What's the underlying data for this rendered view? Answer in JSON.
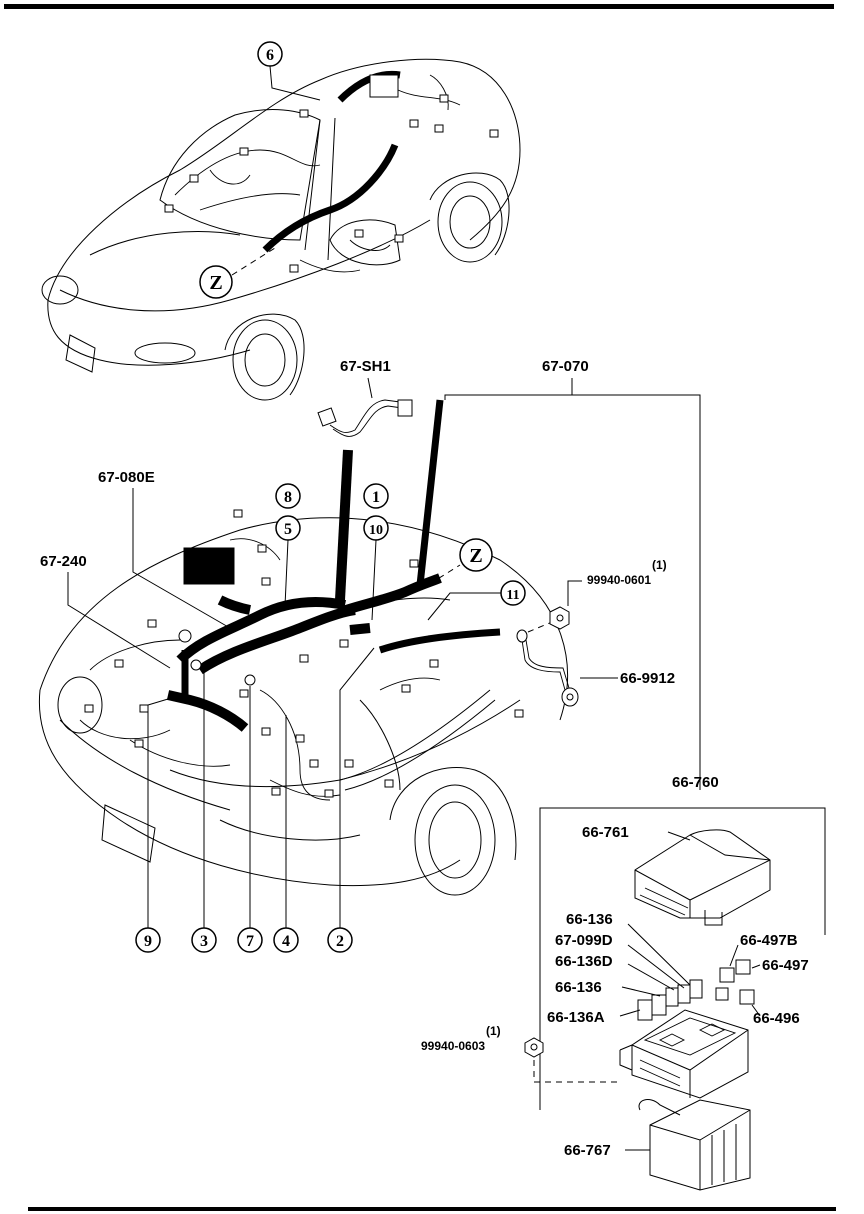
{
  "callouts": {
    "c1": "1",
    "c2": "2",
    "c3": "3",
    "c4": "4",
    "c5": "5",
    "c6": "6",
    "c7": "7",
    "c8": "8",
    "c9": "9",
    "c10": "10",
    "c11": "11",
    "z_top": "Z",
    "z_mid": "Z"
  },
  "labels": {
    "sh1": "67-SH1",
    "h070": "67-070",
    "h080e": "67-080E",
    "h240": "67-240",
    "nut1_qty": "(1)",
    "nut1": "99940-0601",
    "ground": "66-9912",
    "fusebox": "66-760",
    "cover": "66-761",
    "f136a": "66-136",
    "f099d": "67-099D",
    "f136d": "66-136D",
    "f136b": "66-136",
    "f136A": "66-136A",
    "r497b": "66-497B",
    "r497": "66-497",
    "r496": "66-496",
    "nut2_qty": "(1)",
    "nut2": "99940-0603",
    "bracket": "66-767"
  },
  "colors": {
    "ink": "#000000",
    "paper": "#ffffff"
  }
}
